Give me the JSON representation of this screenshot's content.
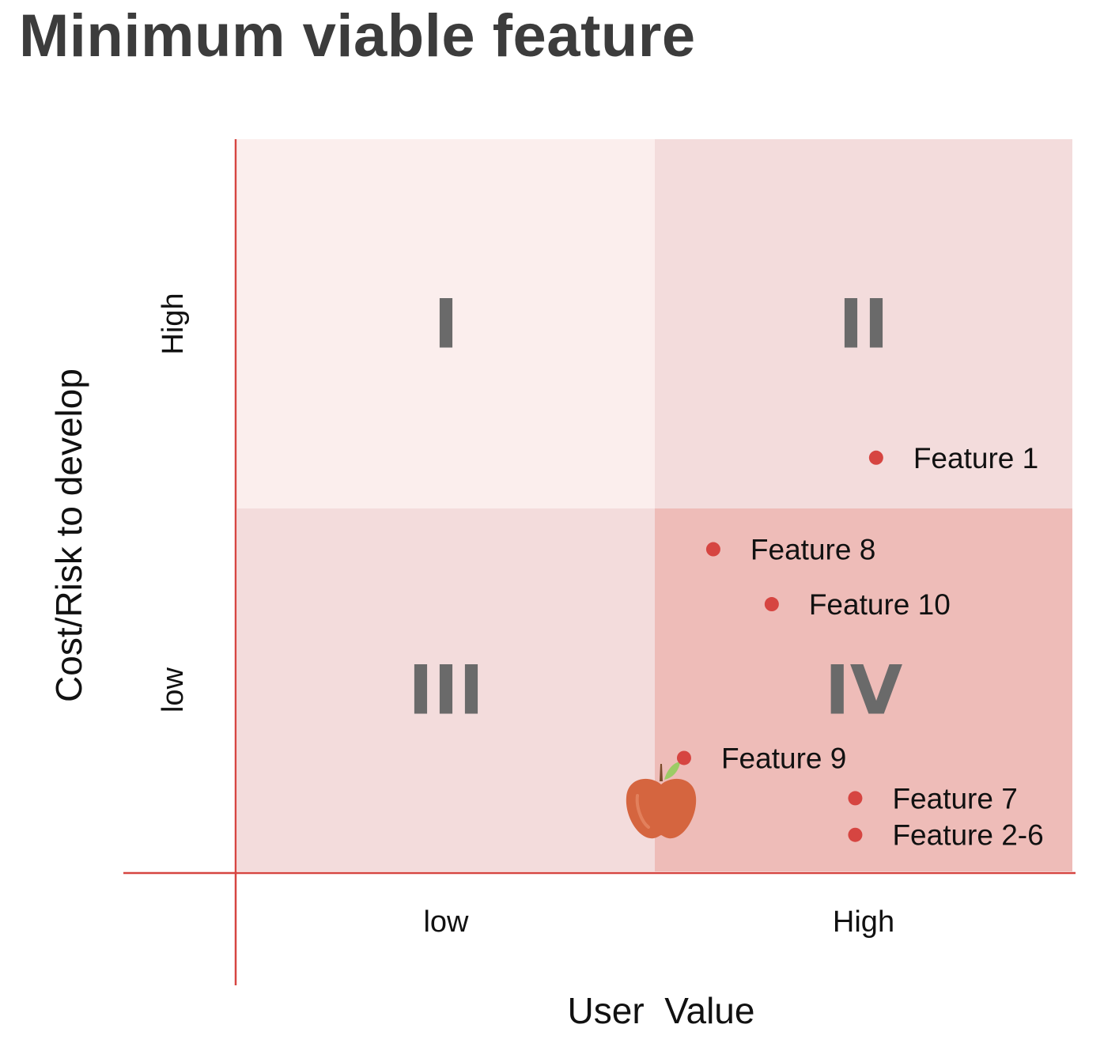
{
  "title": "Minimum viable feature",
  "chart_data": {
    "type": "scatter",
    "xlabel": "User  Value",
    "ylabel": "Cost/Risk to develop",
    "x_ticks": [
      "low",
      "High"
    ],
    "y_ticks": [
      "low",
      "High"
    ],
    "xlim": [
      0,
      2
    ],
    "ylim": [
      0,
      2
    ],
    "quadrants": [
      {
        "label": "I",
        "color": "#fbeeed"
      },
      {
        "label": "II",
        "color": "#f3dcdc"
      },
      {
        "label": "III",
        "color": "#f3dcdc"
      },
      {
        "label": "IV",
        "color": "#eebcb8"
      }
    ],
    "points": [
      {
        "label": "Feature 1",
        "x": 1.53,
        "y": 1.13
      },
      {
        "label": "Feature 8",
        "x": 1.14,
        "y": 0.88
      },
      {
        "label": "Feature 10",
        "x": 1.28,
        "y": 0.73
      },
      {
        "label": "Feature 9",
        "x": 1.07,
        "y": 0.31
      },
      {
        "label": "Feature 7",
        "x": 1.48,
        "y": 0.2
      },
      {
        "label": "Feature 2-6",
        "x": 1.48,
        "y": 0.1
      }
    ],
    "point_color": "#d64541",
    "axis_color": "#d64541",
    "marker": "apple-icon"
  }
}
